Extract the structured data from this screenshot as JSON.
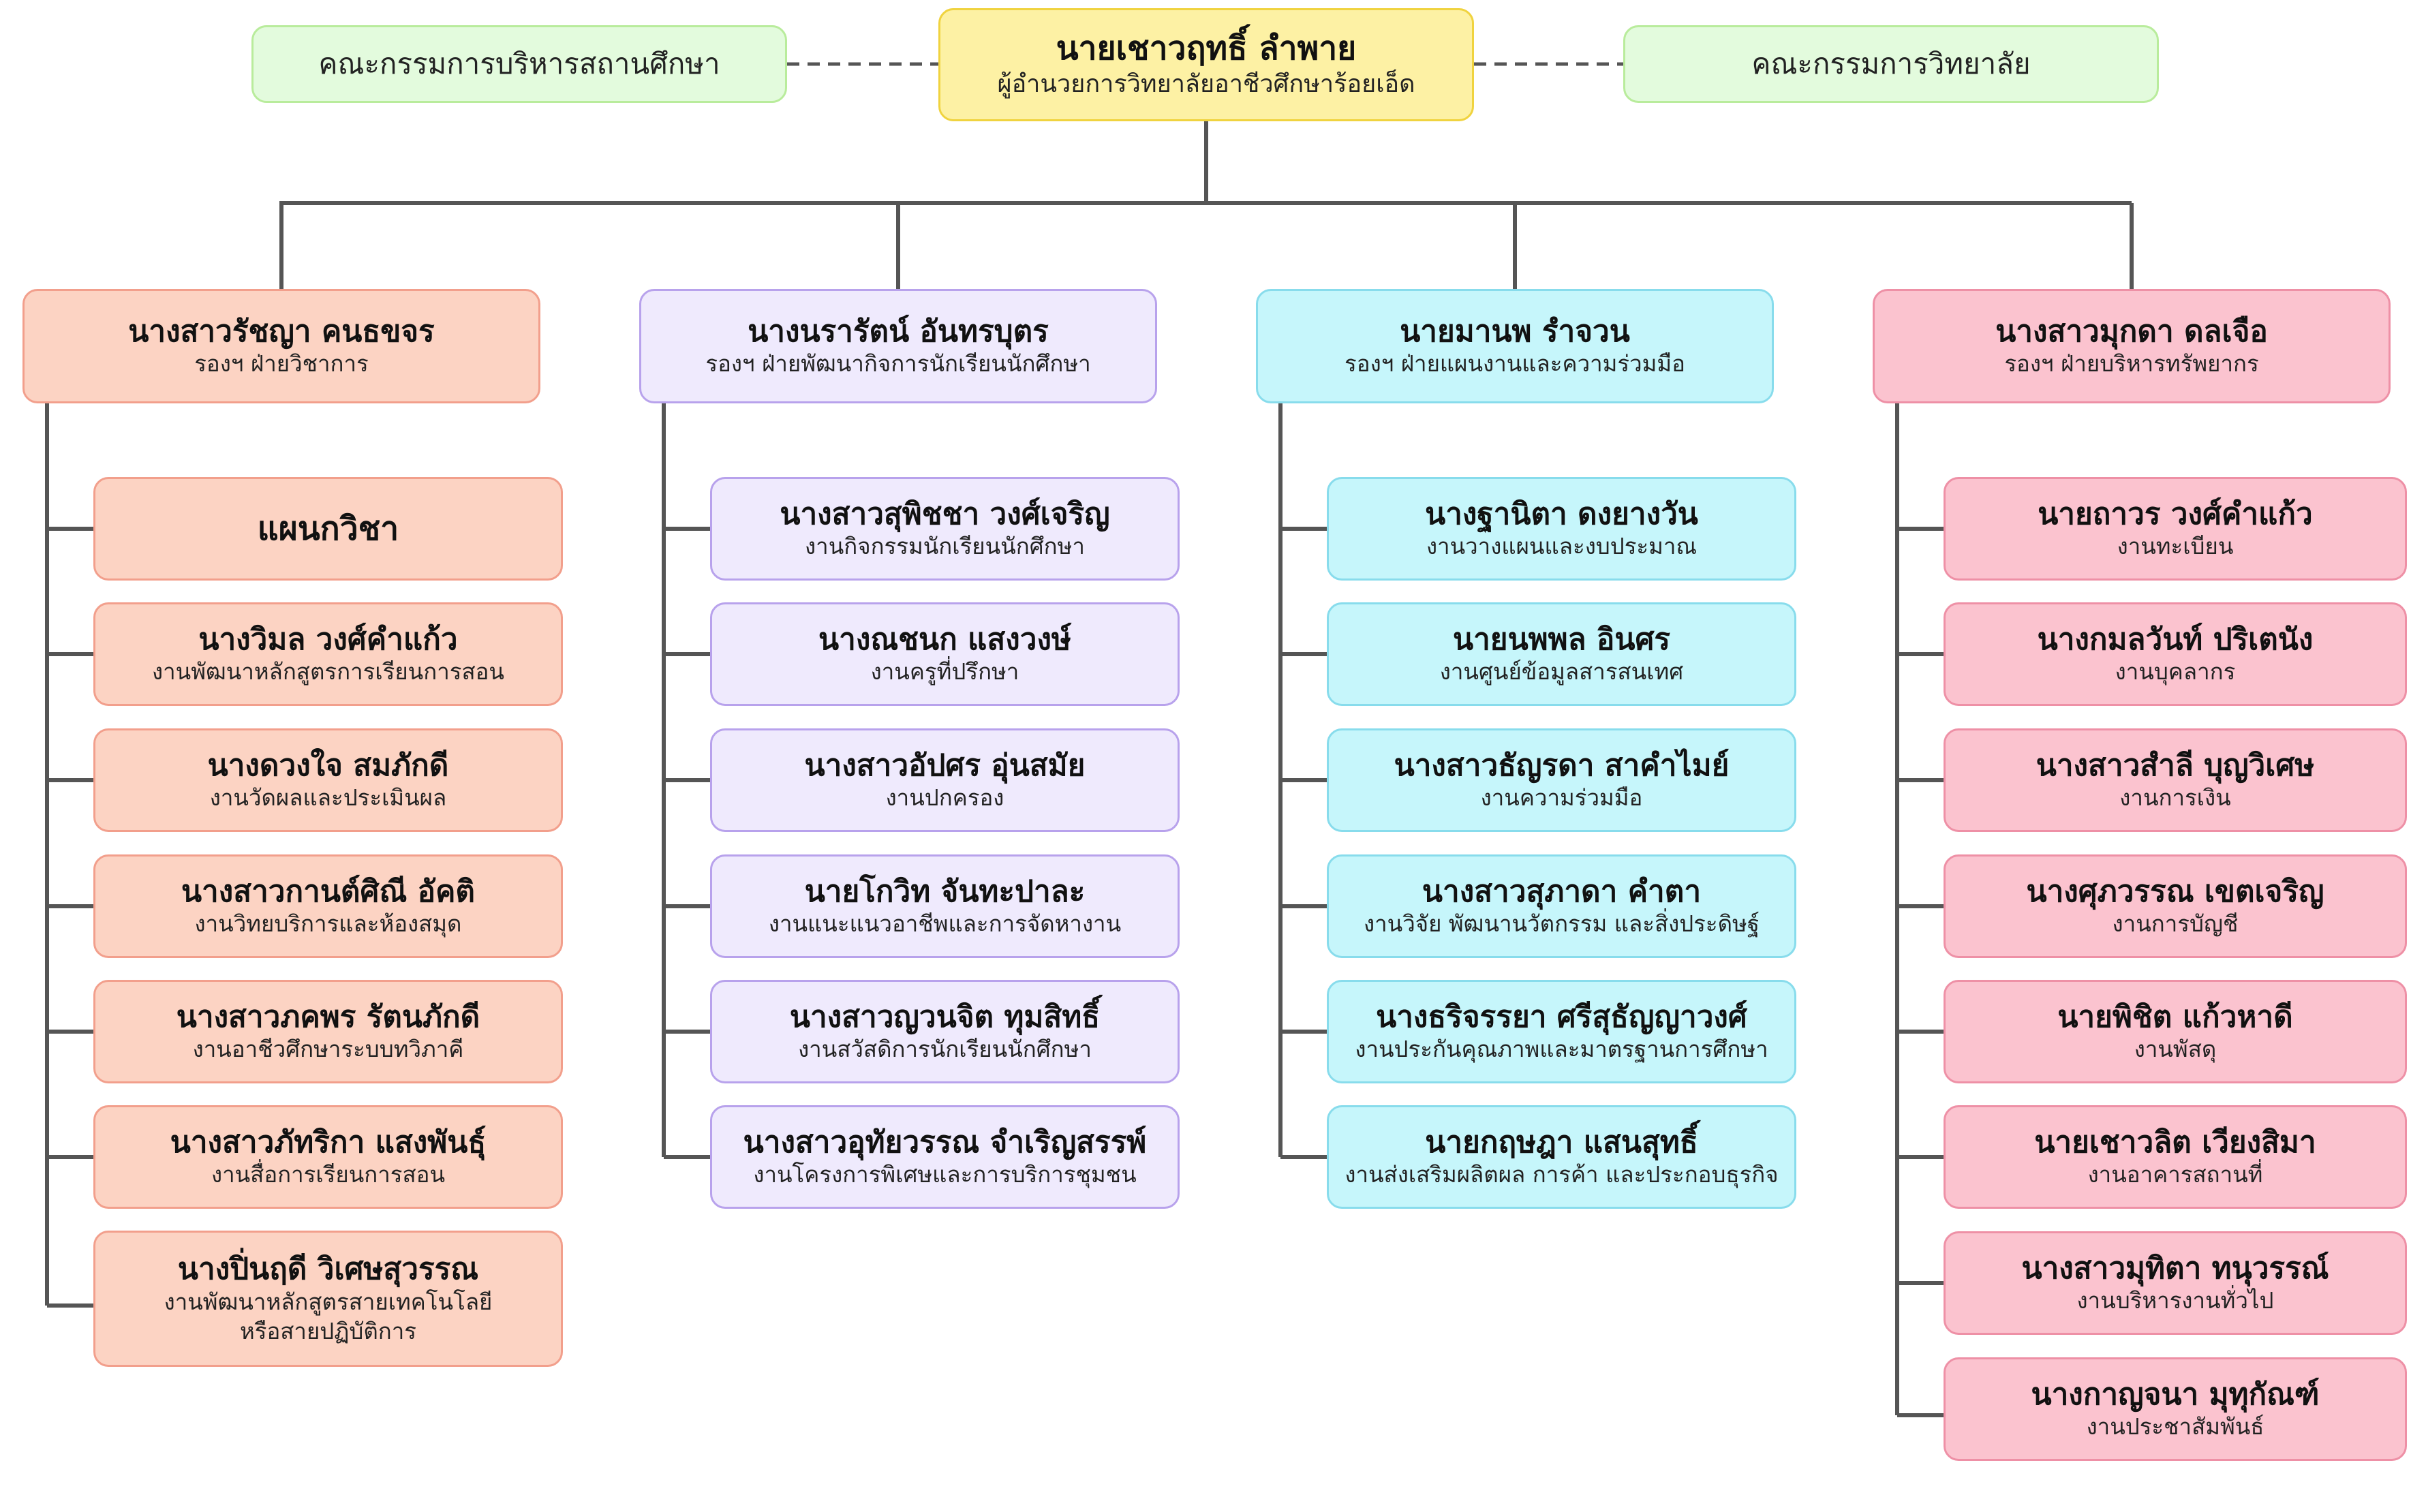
{
  "director": {
    "name": "นายเชาวฤทธิ์  ลำพาย",
    "role": "ผู้อำนวยการวิทยาลัยอาชีวศึกษาร้อยเอ็ด"
  },
  "boards": {
    "left": "คณะกรรมการบริหารสถานศึกษา",
    "right": "คณะกรรมการวิทยาลัย"
  },
  "divisions": [
    {
      "name": "นางสาวรัชญา  คนธขจร",
      "role": "รองฯ ฝ่ายวิชาการ",
      "units": [
        {
          "name": "แผนกวิชา",
          "role": ""
        },
        {
          "name": "นางวิมล  วงศ์คำแก้ว",
          "role": "งานพัฒนาหลักสูตรการเรียนการสอน"
        },
        {
          "name": "นางดวงใจ  สมภักดี",
          "role": "งานวัดผลและประเมินผล"
        },
        {
          "name": "นางสาวกานต์ศิณี  อัคติ",
          "role": "งานวิทยบริการและห้องสมุด"
        },
        {
          "name": "นางสาวภคพร  รัตนภักดี",
          "role": "งานอาชีวศึกษาระบบทวิภาคี"
        },
        {
          "name": "นางสาวภัทริกา แสงพันธุ์",
          "role": "งานสื่อการเรียนการสอน"
        },
        {
          "name": "นางปิ่นฤดี วิเศษสุวรรณ",
          "role": "งานพัฒนาหลักสูตรสายเทคโนโลยี\nหรือสายปฏิบัติการ"
        }
      ]
    },
    {
      "name": "นางนรารัตน์ อันทรบุตร",
      "role": "รองฯ ฝ่ายพัฒนากิจการนักเรียนนักศึกษา",
      "units": [
        {
          "name": "นางสาวสุพิชชา วงศ์เจริญ",
          "role": "งานกิจกรรมนักเรียนนักศึกษา"
        },
        {
          "name": "นางณชนก  แสงวงษ์",
          "role": "งานครูที่ปรึกษา"
        },
        {
          "name": "นางสาวอัปศร  อุ่นสมัย",
          "role": "งานปกครอง"
        },
        {
          "name": "นายโกวิท  จันทะปาละ",
          "role": "งานแนะแนวอาชีพและการจัดหางาน"
        },
        {
          "name": "นางสาวญวนจิต  ทุมสิทธิ์",
          "role": "งานสวัสดิการนักเรียนนักศึกษา"
        },
        {
          "name": "นางสาวอุทัยวรรณ จำเริญสรรพ์",
          "role": "งานโครงการพิเศษและการบริการชุมชน"
        }
      ]
    },
    {
      "name": "นายมานพ รำจวน",
      "role": "รองฯ ฝ่ายแผนงานและความร่วมมือ",
      "units": [
        {
          "name": "นางฐานิตา ดงยางวัน",
          "role": "งานวางแผนและงบประมาณ"
        },
        {
          "name": "นายนพพล อินศร",
          "role": "งานศูนย์ข้อมูลสารสนเทศ"
        },
        {
          "name": "นางสาวธัญรดา สาคำไมย์",
          "role": "งานความร่วมมือ"
        },
        {
          "name": "นางสาวสุภาดา คำตา",
          "role": "งานวิจัย พัฒนานวัตกรรม และสิ่งประดิษฐ์"
        },
        {
          "name": "นางธริจรรยา  ศรีสุธัญญาวงศ์",
          "role": "งานประกันคุณภาพและมาตรฐานการศึกษา"
        },
        {
          "name": "นายกฤษฎา แสนสุทธิ์",
          "role": "งานส่งเสริมผลิตผล การค้า และประกอบธุรกิจ"
        }
      ]
    },
    {
      "name": "นางสาวมุกดา  ดลเจือ",
      "role": "รองฯ ฝ่ายบริหารทรัพยากร",
      "units": [
        {
          "name": "นายถาวร  วงศ์คำแก้ว",
          "role": "งานทะเบียน"
        },
        {
          "name": "นางกมลวันท์  ปริเตนัง",
          "role": "งานบุคลากร"
        },
        {
          "name": "นางสาวสำลี  บุญวิเศษ",
          "role": "งานการเงิน"
        },
        {
          "name": "นางศุภวรรณ  เขตเจริญ",
          "role": "งานการบัญชี"
        },
        {
          "name": "นายพิชิต  แก้วหาดี",
          "role": "งานพัสดุ"
        },
        {
          "name": "นายเชาวลิต  เวียงสิมา",
          "role": "งานอาคารสถานที่"
        },
        {
          "name": "นางสาวมุทิตา  ทนุวรรณ์",
          "role": "งานบริหารงานทั่วไป"
        },
        {
          "name": "นางกาญจนา มุทุกัณฑ์",
          "role": "งานประชาสัมพันธ์"
        }
      ]
    }
  ]
}
